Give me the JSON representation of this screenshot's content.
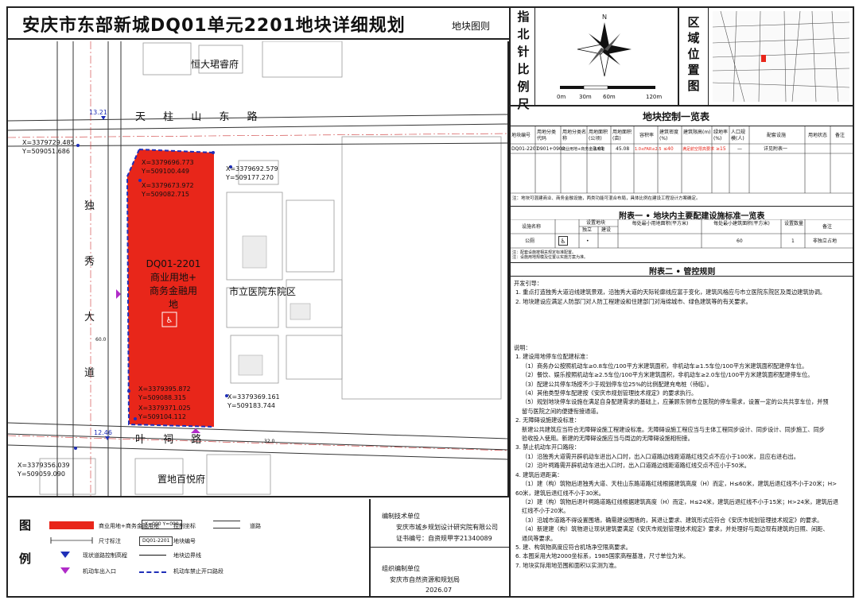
{
  "title": "安庆市东部新城DQ01单元2201地块详细规划",
  "subtitle": "地块图则",
  "map": {
    "parcel": {
      "code": "DQ01-2201",
      "use_line1": "商业用地+",
      "use_line2": "商务金融用地"
    },
    "places": {
      "north_block": "恒大珺睿府",
      "hospital": "市立医院东院区",
      "south_block": "置地百悦府"
    },
    "roads": {
      "north": "天 柱 山 东 路",
      "west_chars": [
        "独",
        "秀",
        "大",
        "道"
      ],
      "south": "叶 祠 路",
      "west_width": "60.0",
      "south_width": "32.0"
    },
    "elevations": {
      "top_left": "13.21",
      "bottom_left": "12.46"
    },
    "coords": [
      {
        "x": "X=3379729.485",
        "y": "Y=509051.686"
      },
      {
        "x": "X=3379696.773",
        "y": "Y=509100.449"
      },
      {
        "x": "X=3379673.972",
        "y": "Y=509082.715"
      },
      {
        "x": "X=3379692.579",
        "y": "Y=509177.270"
      },
      {
        "x": "X=3379395.872",
        "y": "Y=509088.315"
      },
      {
        "x": "X=3379371.025",
        "y": "Y=509104.112"
      },
      {
        "x": "X=3379369.161",
        "y": "Y=509183.744"
      },
      {
        "x": "X=3379356.039",
        "y": "Y=509059.090"
      }
    ]
  },
  "compass": {
    "label_chars": [
      "指",
      "北",
      "针",
      "比",
      "例",
      "尺"
    ],
    "scale": [
      "0m",
      "30m",
      "60m",
      "120m"
    ],
    "n": "N"
  },
  "location": {
    "label_chars": [
      "区",
      "域",
      "位",
      "置",
      "图"
    ]
  },
  "control_table": {
    "title": "地块控制一览表",
    "headers": [
      "地块编号",
      "用地分类代码",
      "用地分类名称",
      "用地面积(公顷)",
      "用地面积(亩)",
      "容积率",
      "建筑密度(%)",
      "建筑限高(m)",
      "绿地率(%)",
      "人口规模(人)",
      "配套设施",
      "用地状态",
      "备注"
    ],
    "row": [
      "DQ01-2201",
      "0901+0902",
      "商业用地+商务金融用地",
      "3.01",
      "45.08",
      "1.0≤FAR≤2.5",
      "≤40",
      "满足航空限高要求",
      "≥15",
      "—",
      "详见附表一",
      "",
      ""
    ],
    "note": "注：地块可混建商业、商务金融设施，两类功能可混合布局，具体比例在建设工程设计方案确定。",
    "highlight": "#e8261a"
  },
  "appendix1": {
    "title": "附表一 • 地块内主要配建设施标准一览表",
    "headers": [
      "设施名称",
      "",
      "设置地块",
      "",
      "每处最小用地面积(平方米)",
      "每处最小建筑面积(平方米)",
      "设置数量",
      "备注"
    ],
    "sub_headers": [
      "独立",
      "建设"
    ],
    "row": [
      "公厕",
      "",
      "•",
      "",
      "",
      "60",
      "1",
      "非独立占地"
    ],
    "notes": [
      "注：配套设施按相关规定标准配置。",
      "注：设施用地规模及位置以实施方案为准。"
    ]
  },
  "appendix2": {
    "title": "附表二 • 管控规则",
    "heading1": "开发引导：",
    "block1": [
      "1. 重点打造独秀大道沿线建筑景观，沿独秀大道的天际轮廓线应富于变化，建筑风格应与市立医院东院区及周边建筑协调。",
      "2. 地块建设应满足人防部门对人防工程建设和住建部门对海绵城市、绿色建筑等的有关要求。"
    ],
    "heading2": "说明：",
    "block2": [
      "1. 建设用地停车位配建标准：",
      "（1）商务办公按照机动车≥0.8车位/100平方米建筑面积，非机动车≥1.5车位/100平方米建筑面积配建停车位。",
      "（2）餐饮、娱乐按照机动车≥2.5车位/100平方米建筑面积，非机动车≥2.0车位/100平方米建筑面积配建停车位。",
      "（3）配建公共停车场按不少于规划停车位25%的比例配建充电桩（待临）。",
      "（4）其他类型停车配建按《安庆市规划管理技术规定》的要求执行。",
      "（5）规划地块停车设施在满足自身配建需求的基础上，应兼顾东侧市立医院的停车需求，设置一定的公共共享车位，并预",
      "留与医院之间的便捷衔接通道。",
      "2. 无障碍设施建设标准：",
      "新建公共建筑应当符合无障碍设施工程建设标准。无障碍设施工程应当与主体工程同步设计、同步设计、同步施工、同步",
      "验收投入使用。新建的无障碍设施应当与周边的无障碍设施相衔接。",
      "3. 禁止机动车开口路段：",
      "（1）沿独秀大道需开辟机动车进出入口时，出入口道路边线距道路红线交点不应小于100米，且应右进右出。",
      "（2）沿叶祠路需开辟机动车进出入口时，出入口道路边线距道路红线交点不应小于50米。",
      "4. 建筑后退距离：",
      "（1）建（构）筑物后退独秀大道、天柱山东路道路红线根据建筑高度（H）而定，H≤60米，建筑后退红线不小于20米；H>",
      "60米，建筑后退红线不小于30米。",
      "（2）建（构）筑物后退叶祠路道路红线根据建筑高度（H）而定，H≤24米，建筑后退红线不小于15米；H>24米，建筑后退",
      "红线不小于20米。",
      "（3）沿城市道路不得设置围墙，确需建设围墙的，其退让要求、建筑形式应符合《安庆市规划管理技术规定》的要求。",
      "（4）新建建（构）筑物退让现状建筑要满足《安庆市规划管理技术规定》要求，并处理好与周边现有建筑的日照、间距、",
      "通风等要求。",
      "5. 建、构筑物高度应符合机场净空限高要求。",
      "6. 本图采用大地2000坐标系，1985国家高程基准，尺寸单位为米。",
      "7. 地块实际用地范围和面积以实测为准。"
    ]
  },
  "legend": {
    "title_chars": [
      "图",
      "例"
    ],
    "items": [
      {
        "label": "商业用地+商务金融用地",
        "color": "#e8261a"
      },
      {
        "label": "尺寸标注"
      },
      {
        "label": "现状道路控制高程"
      },
      {
        "label": "机动车出入口",
        "color": "#b02bc8"
      },
      {
        "label": "控制坐标",
        "sample": "X=000 Y=000"
      },
      {
        "label": "地块编号",
        "sample": "DQ01-2201"
      },
      {
        "label": "地块边界线"
      },
      {
        "label": "机动车禁止开口路段",
        "color": "#1f2fb8"
      },
      {
        "label": "道路"
      }
    ]
  },
  "credits": {
    "unit_label": "编制技术单位",
    "unit": "安庆市城乡规划设计研究院有限公司",
    "cert": "证书编号：自资规甲字21340089",
    "org_label": "组织编制单位",
    "org": "安庆市自然资源和规划局",
    "date": "2026.07"
  }
}
